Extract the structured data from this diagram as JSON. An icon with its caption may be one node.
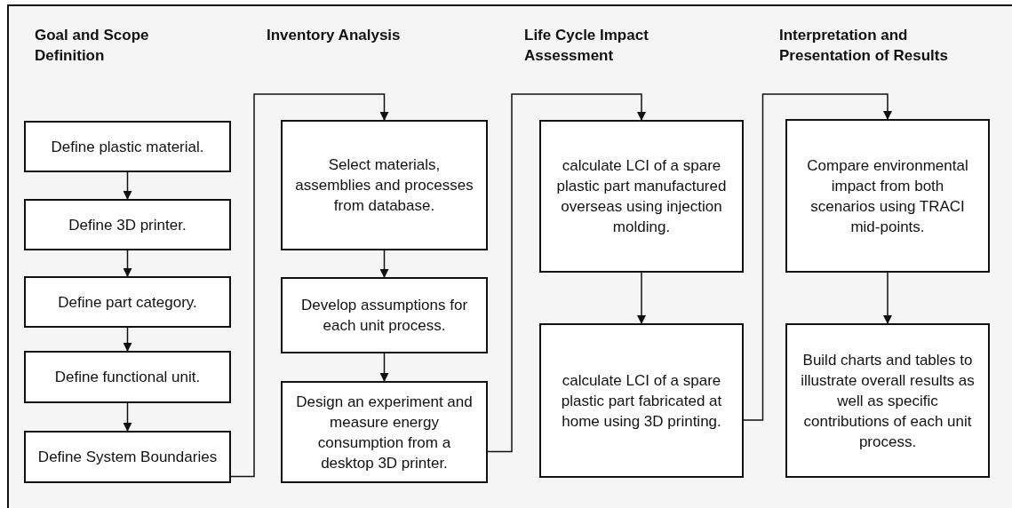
{
  "diagram": {
    "nodes": [
      {
        "text": [
          "Define plastic material."
        ]
      },
      {
        "text": [
          "Define 3D printer."
        ]
      },
      {
        "text": [
          "Define part category."
        ]
      },
      {
        "text": [
          "Define functional unit."
        ]
      },
      {
        "text": [
          "Define System Boundaries"
        ]
      },
      {
        "text": [
          "Select materials, assemblies and processes from database."
        ]
      },
      {
        "text": [
          "Develop assumptions for each unit process."
        ]
      },
      {
        "text": [
          "Design an experiment and measure energy consumption from a desktop 3D printer."
        ]
      },
      {
        "text": [
          "calculate LCI of a spare plastic part manufactured overseas using injection molding."
        ]
      },
      {
        "text": [
          "calculate LCI of a spare plastic part fabricated at home using 3D printing."
        ]
      },
      {
        "text": [
          "Compare environmental impact from both scenarios using TRACI mid-points."
        ]
      },
      {
        "text": [
          "Build charts and tables to illustrate overall results as well as specific contributions of each unit process."
        ]
      }
    ],
    "edges": [
      {
        "from": 0,
        "to": 1,
        "arrow": "to"
      },
      {
        "from": 1,
        "to": 2,
        "arrow": "to"
      },
      {
        "from": 2,
        "to": 3,
        "arrow": "to"
      },
      {
        "from": 3,
        "to": 4,
        "arrow": "to"
      },
      {
        "from": 4,
        "to": 5,
        "arrow": "to"
      },
      {
        "from": 5,
        "to": 6,
        "arrow": "to"
      },
      {
        "from": 6,
        "to": 7,
        "arrow": "to"
      },
      {
        "from": 7,
        "to": 8,
        "arrow": "to"
      },
      {
        "from": 8,
        "to": 9,
        "arrow": "to"
      },
      {
        "from": 9,
        "to": 10,
        "arrow": "to"
      },
      {
        "from": 10,
        "to": 11,
        "arrow": "to"
      }
    ],
    "labels": [
      "Goal and Scope Definition",
      "Inventory Analysis",
      "Life Cycle Impact Assessment",
      "Interpretation and Presentation of Results"
    ]
  }
}
